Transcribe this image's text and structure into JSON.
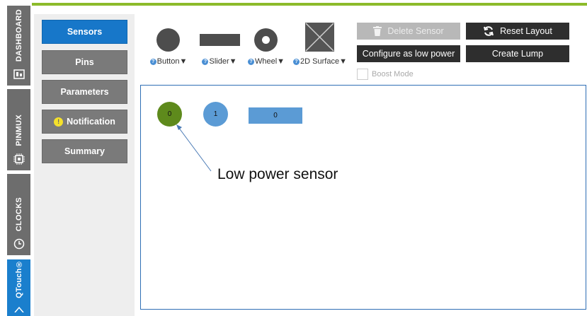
{
  "vertical_tabs": [
    {
      "label": "DASHBOARD",
      "icon": "dashboard-icon"
    },
    {
      "label": "PINMUX",
      "icon": "chip-icon"
    },
    {
      "label": "CLOCKS",
      "icon": "clock-icon"
    },
    {
      "label": "QTouch®",
      "icon": "qtouch-icon",
      "active": true
    }
  ],
  "nav": {
    "sensors": "Sensors",
    "pins": "Pins",
    "parameters": "Parameters",
    "notification": "Notification",
    "notification_icon": "!",
    "summary": "Summary"
  },
  "palette": {
    "button": "Button",
    "slider": "Slider",
    "wheel": "Wheel",
    "surface": "2D Surface",
    "help_glyph": "?",
    "dropdown_glyph": "▼"
  },
  "actions": {
    "delete_sensor": "Delete Sensor",
    "reset_layout": "Reset Layout",
    "configure_low_power": "Configure as low power",
    "create_lump": "Create Lump",
    "boost_mode": "Boost Mode"
  },
  "canvas": {
    "sensor0_label": "0",
    "sensor1_label": "1",
    "slider0_label": "0",
    "annotation": "Low power sensor"
  },
  "colors": {
    "accent_green": "#8cbb2a",
    "active_blue": "#1777c9",
    "low_power_sensor": "#5e8a1c",
    "sensor_blue": "#5b9bd5"
  }
}
